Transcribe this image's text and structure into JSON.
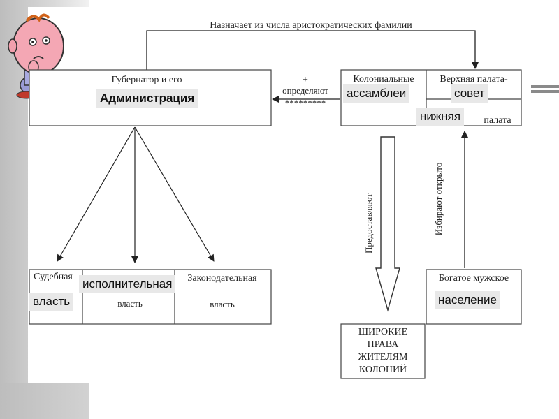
{
  "top_arrow_label": "Назначает из числа аристократических фамилии",
  "governor_box": {
    "header": "Губернатор и его",
    "highlight": "Администрация"
  },
  "determine_label": {
    "plus": "+",
    "text": "определяют",
    "stars": "*********"
  },
  "colonial_box": {
    "header": "Колониальные",
    "highlight": "ассамблеи"
  },
  "upper_house": {
    "header": "Верхняя палата-",
    "highlight": "совет"
  },
  "lower_house": {
    "highlight": "нижняя",
    "text": "палата"
  },
  "branches": {
    "judicial_header": "Судебная",
    "judicial_highlight": "власть",
    "executive_highlight": "исполнительная",
    "executive_text": "власть",
    "legislative_header": "Законодательная",
    "legislative_text": "власть"
  },
  "provide_label": "Предоставляют",
  "elect_label": "Избирают открыто",
  "rights_box": [
    "ШИРОКИЕ",
    "ПРАВА",
    "ЖИТЕЛЯМ",
    "КОЛОНИЙ"
  ],
  "population_box": {
    "header": "Богатое мужское",
    "highlight": "население"
  }
}
